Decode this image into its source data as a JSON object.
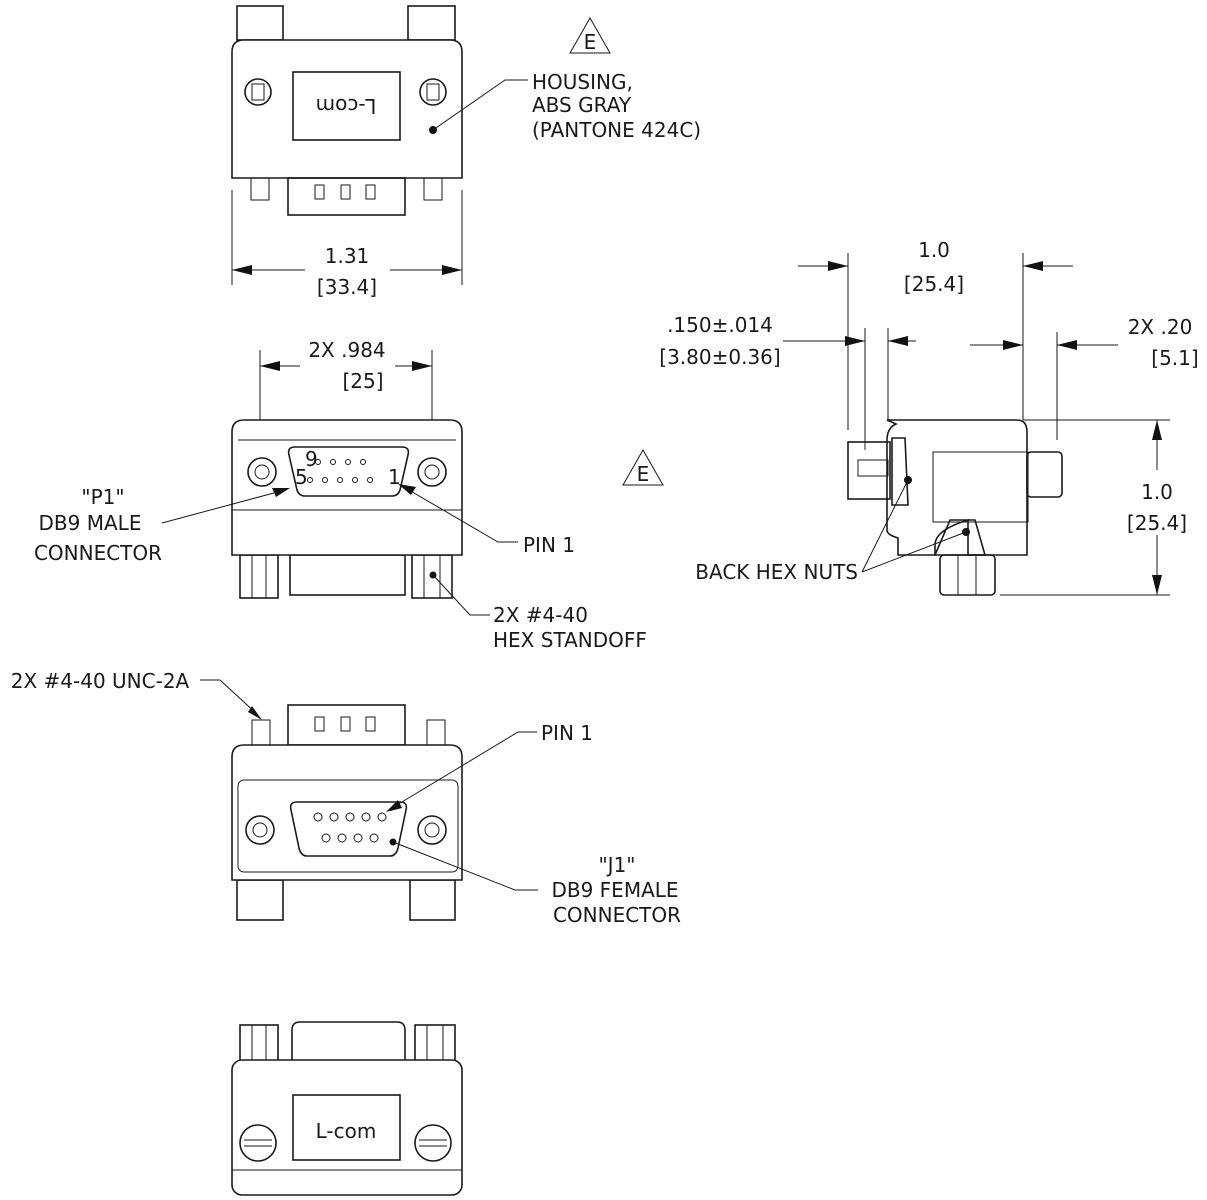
{
  "revision_marker": "E",
  "top_view": {
    "logo": "L-com",
    "housing_note": [
      "HOUSING,",
      "ABS GRAY",
      "(PANTONE 424C)"
    ],
    "width_in": "1.31",
    "width_mm": "[33.4]"
  },
  "male_view": {
    "pitch_in": "2X .984",
    "pitch_mm": "[25]",
    "connector_note": [
      "\"P1\"",
      "DB9 MALE",
      "CONNECTOR"
    ],
    "pin_labels": [
      "9",
      "5",
      "1"
    ],
    "pin1_label": "PIN 1",
    "standoff_note": [
      "2X #4-40",
      "HEX STANDOFF"
    ]
  },
  "female_view": {
    "thread_note": "2X #4-40 UNC-2A",
    "pin1_label": "PIN 1",
    "connector_note": [
      "\"J1\"",
      "DB9 FEMALE",
      "CONNECTOR"
    ]
  },
  "bottom_view": {
    "logo": "L-com"
  },
  "side_view": {
    "depth_in": "1.0",
    "depth_mm": "[25.4]",
    "offset_in": ".150±.014",
    "offset_mm": "[3.80±0.36]",
    "knurl_in": "2X  .20",
    "knurl_mm": "[5.1]",
    "height_in": "1.0",
    "height_mm": "[25.4]",
    "nuts_note": "BACK HEX NUTS"
  }
}
